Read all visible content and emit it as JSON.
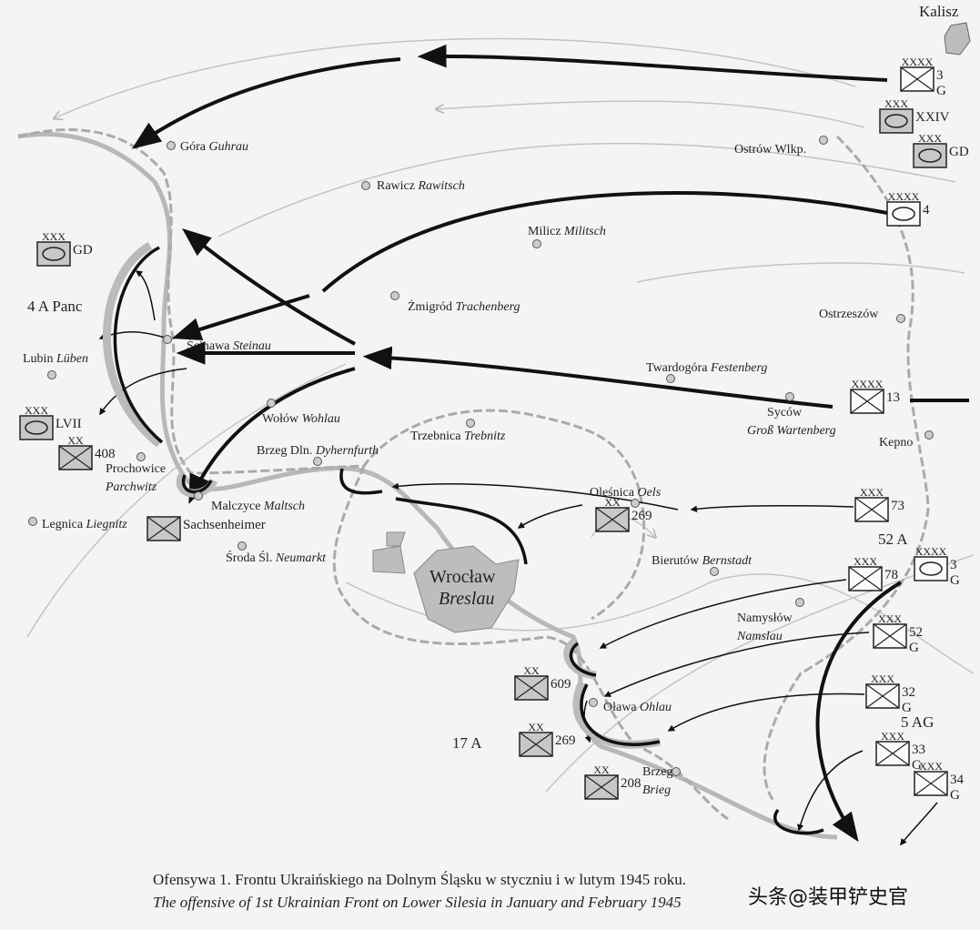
{
  "title_pl": "Ofensywa 1. Frontu Ukraińskiego na Dolnym Śląsku w styczniu i w lutym 1945 roku.",
  "title_en": "The offensive of 1st Ukrainian Front on Lower Silesia in January and February 1945",
  "watermark": "头条@装甲铲史官",
  "colors": {
    "front_line": "#111111",
    "river": "#b5b5b5",
    "border": "#aaaaaa",
    "city_fill": "#bdbdbd",
    "german_unit_fill": "#c8c8c8"
  },
  "armies": [
    "4 A Panc",
    "52 A",
    "5 AG",
    "17 A"
  ],
  "cities": [
    {
      "pl": "Kalisz",
      "de": ""
    },
    {
      "pl": "Góra",
      "de": "Guhrau"
    },
    {
      "pl": "Rawicz",
      "de": "Rawitsch"
    },
    {
      "pl": "Milicz",
      "de": "Militsch"
    },
    {
      "pl": "Ostrów Wlkp.",
      "de": ""
    },
    {
      "pl": "Żmigród",
      "de": "Trachenberg"
    },
    {
      "pl": "Ostrzeszów",
      "de": ""
    },
    {
      "pl": "Ścinawa",
      "de": "Steinau"
    },
    {
      "pl": "Lubin",
      "de": "Lüben"
    },
    {
      "pl": "Twardogóra",
      "de": "Festenberg"
    },
    {
      "pl": "Syców",
      "de": "Groß Wartenberg"
    },
    {
      "pl": "Kepno",
      "de": ""
    },
    {
      "pl": "Wołów",
      "de": "Wohlau"
    },
    {
      "pl": "Trzebnica",
      "de": "Trebnitz"
    },
    {
      "pl": "Brzeg Dln.",
      "de": "Dyhernfurth"
    },
    {
      "pl": "Prochowice",
      "de": "Parchwitz"
    },
    {
      "pl": "Malczyce",
      "de": "Maltsch"
    },
    {
      "pl": "Oleśnica",
      "de": "Oels"
    },
    {
      "pl": "Legnica",
      "de": "Liegnitz"
    },
    {
      "pl": "Środa Śl.",
      "de": "Neumarkt"
    },
    {
      "pl": "Wrocław",
      "de": "Breslau"
    },
    {
      "pl": "Bierutów",
      "de": "Bernstadt"
    },
    {
      "pl": "Namysłów",
      "de": "Namslau"
    },
    {
      "pl": "Oława",
      "de": "Ohlau"
    },
    {
      "pl": "Brzeg",
      "de": "Brieg"
    }
  ],
  "units": [
    {
      "echelon": "XXXX",
      "type": "infantry",
      "side": "soviet",
      "label": "3",
      "sub": "G"
    },
    {
      "echelon": "XXX",
      "type": "armor",
      "side": "german",
      "label": "XXIV",
      "sub": ""
    },
    {
      "echelon": "XXX",
      "type": "armor",
      "side": "german",
      "label": "GD",
      "sub": ""
    },
    {
      "echelon": "XXXX",
      "type": "armor",
      "side": "soviet",
      "label": "4",
      "sub": ""
    },
    {
      "echelon": "XXX",
      "type": "armor",
      "side": "german",
      "label": "GD",
      "sub": ""
    },
    {
      "echelon": "XXXX",
      "type": "infantry",
      "side": "soviet",
      "label": "13",
      "sub": ""
    },
    {
      "echelon": "XXX",
      "type": "armor",
      "side": "german",
      "label": "LVII",
      "sub": ""
    },
    {
      "echelon": "XX",
      "type": "infantry",
      "side": "german",
      "label": "408",
      "sub": ""
    },
    {
      "echelon": "",
      "type": "infantry",
      "side": "german",
      "label": "Sachsenheimer",
      "sub": ""
    },
    {
      "echelon": "XX",
      "type": "infantry",
      "side": "german",
      "label": "269",
      "sub": ""
    },
    {
      "echelon": "XXX",
      "type": "infantry",
      "side": "soviet",
      "label": "73",
      "sub": ""
    },
    {
      "echelon": "XXXX",
      "type": "armor",
      "side": "soviet",
      "label": "3",
      "sub": "G"
    },
    {
      "echelon": "XXX",
      "type": "infantry",
      "side": "soviet",
      "label": "78",
      "sub": ""
    },
    {
      "echelon": "XXX",
      "type": "infantry",
      "side": "soviet",
      "label": "52",
      "sub": "G"
    },
    {
      "echelon": "XXX",
      "type": "infantry",
      "side": "soviet",
      "label": "32",
      "sub": "G"
    },
    {
      "echelon": "XXX",
      "type": "infantry",
      "side": "soviet",
      "label": "33",
      "sub": "G"
    },
    {
      "echelon": "XXX",
      "type": "infantry",
      "side": "soviet",
      "label": "34",
      "sub": "G"
    },
    {
      "echelon": "XX",
      "type": "infantry",
      "side": "german",
      "label": "609",
      "sub": ""
    },
    {
      "echelon": "XX",
      "type": "infantry",
      "side": "german",
      "label": "269",
      "sub": ""
    },
    {
      "echelon": "XX",
      "type": "infantry",
      "side": "german",
      "label": "208",
      "sub": ""
    }
  ]
}
